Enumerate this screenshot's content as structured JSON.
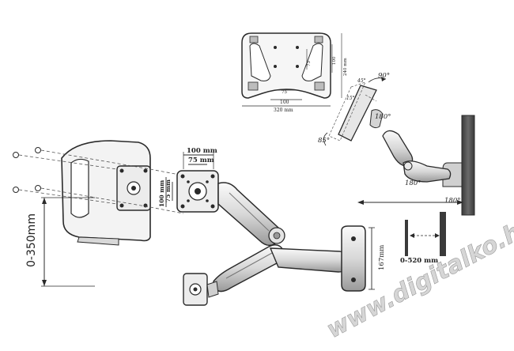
{
  "labels": {
    "height_range": "0-350mm",
    "vesa_100": "100 mm",
    "vesa_75": "75 mm",
    "vesa_100_side": "100 mm",
    "vesa_75_side": "75 mm",
    "wall_plate_height": "167mm",
    "reach_range": "0-520 mm",
    "tray_width_inner": "100",
    "tray_width_outer": "320 mm",
    "tray_depth": "240 mm",
    "tray_hole_75": "75",
    "tray_hole_100": "100",
    "tray_side_75": "75",
    "tray_side_100": "100",
    "tilt_up": "90°",
    "tilt_down": "85°",
    "swivel_top": "180°",
    "swivel_mid": "180°",
    "swivel_wall": "180°",
    "small_angle_1": "45°",
    "small_angle_2": "15°"
  },
  "watermark": {
    "text": "www.digitalko.hu",
    "color": "#c8c8c8"
  },
  "colors": {
    "line": "#2a2a2a",
    "fill_light": "#f2f2f2",
    "fill_mid": "#d9d9d9",
    "wall": "#4a4a4a"
  }
}
